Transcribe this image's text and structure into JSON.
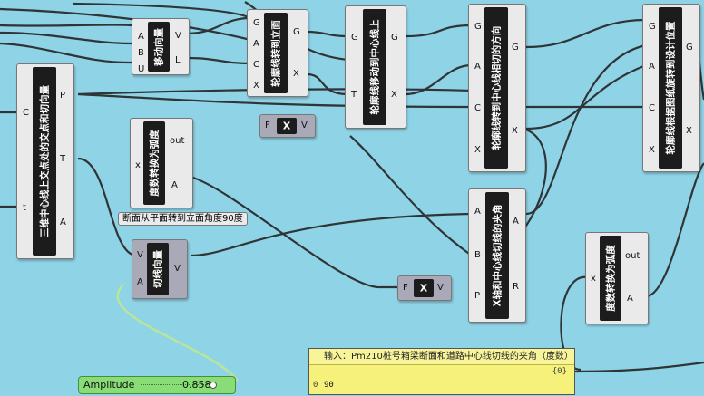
{
  "components": {
    "move_vector": {
      "label": "移动向量",
      "inputs": [
        "A",
        "B",
        "U"
      ],
      "outputs": [
        "V",
        "L"
      ]
    },
    "contour_vertical": {
      "label": "轮廓线转到立面",
      "inputs": [
        "G",
        "A",
        "C",
        "X"
      ],
      "outputs": [
        "G",
        "X"
      ]
    },
    "move_to_centerline": {
      "label": "轮廓线移动到中心线上",
      "inputs": [
        "G",
        "T"
      ],
      "outputs": [
        "G",
        "X"
      ]
    },
    "contour_tangent": {
      "label": "轮廓线转到中心线相切的方向",
      "inputs": [
        "G",
        "A",
        "C",
        "X"
      ],
      "outputs": [
        "G",
        "X"
      ]
    },
    "contour_design": {
      "label": "轮廓线根据图纸旋转到设计位置",
      "inputs": [
        "G",
        "A",
        "C",
        "X"
      ],
      "outputs": [
        "G",
        "X"
      ]
    },
    "intersection": {
      "label": "三维中心线上交点处的交点和切向量",
      "inputs": [
        "C",
        "t"
      ],
      "outputs": [
        "P",
        "T",
        "A"
      ]
    },
    "deg2rad_1": {
      "label": "度数转换为弧度",
      "inputs": [
        "x"
      ],
      "outputs": [
        "out",
        "A"
      ]
    },
    "deg2rad_2": {
      "label": "度数转换为弧度",
      "inputs": [
        "x"
      ],
      "outputs": [
        "out",
        "A"
      ]
    },
    "tangent_vector": {
      "label": "切线向量",
      "inputs": [
        "V",
        "A"
      ],
      "outputs": [
        "V"
      ]
    },
    "x_axis_angle": {
      "label": "X轴和中心线切线的夹角",
      "inputs": [
        "A",
        "B",
        "P"
      ],
      "outputs": [
        "A",
        "R"
      ]
    },
    "fx_1": {
      "inputs": [
        "F"
      ],
      "label": "X",
      "outputs": [
        "V"
      ]
    },
    "fx_2": {
      "inputs": [
        "F"
      ],
      "label": "X",
      "outputs": [
        "V"
      ]
    }
  },
  "scribble": "断面从平面转到立面角度90度",
  "slider": {
    "name": "Amplitude",
    "value": "0.858"
  },
  "panel": {
    "header": "输入：Pm210桩号箱梁断面和道路中心线切线的夹角（度数）",
    "index": "{0}",
    "row_index": "0",
    "row_value": "90"
  }
}
